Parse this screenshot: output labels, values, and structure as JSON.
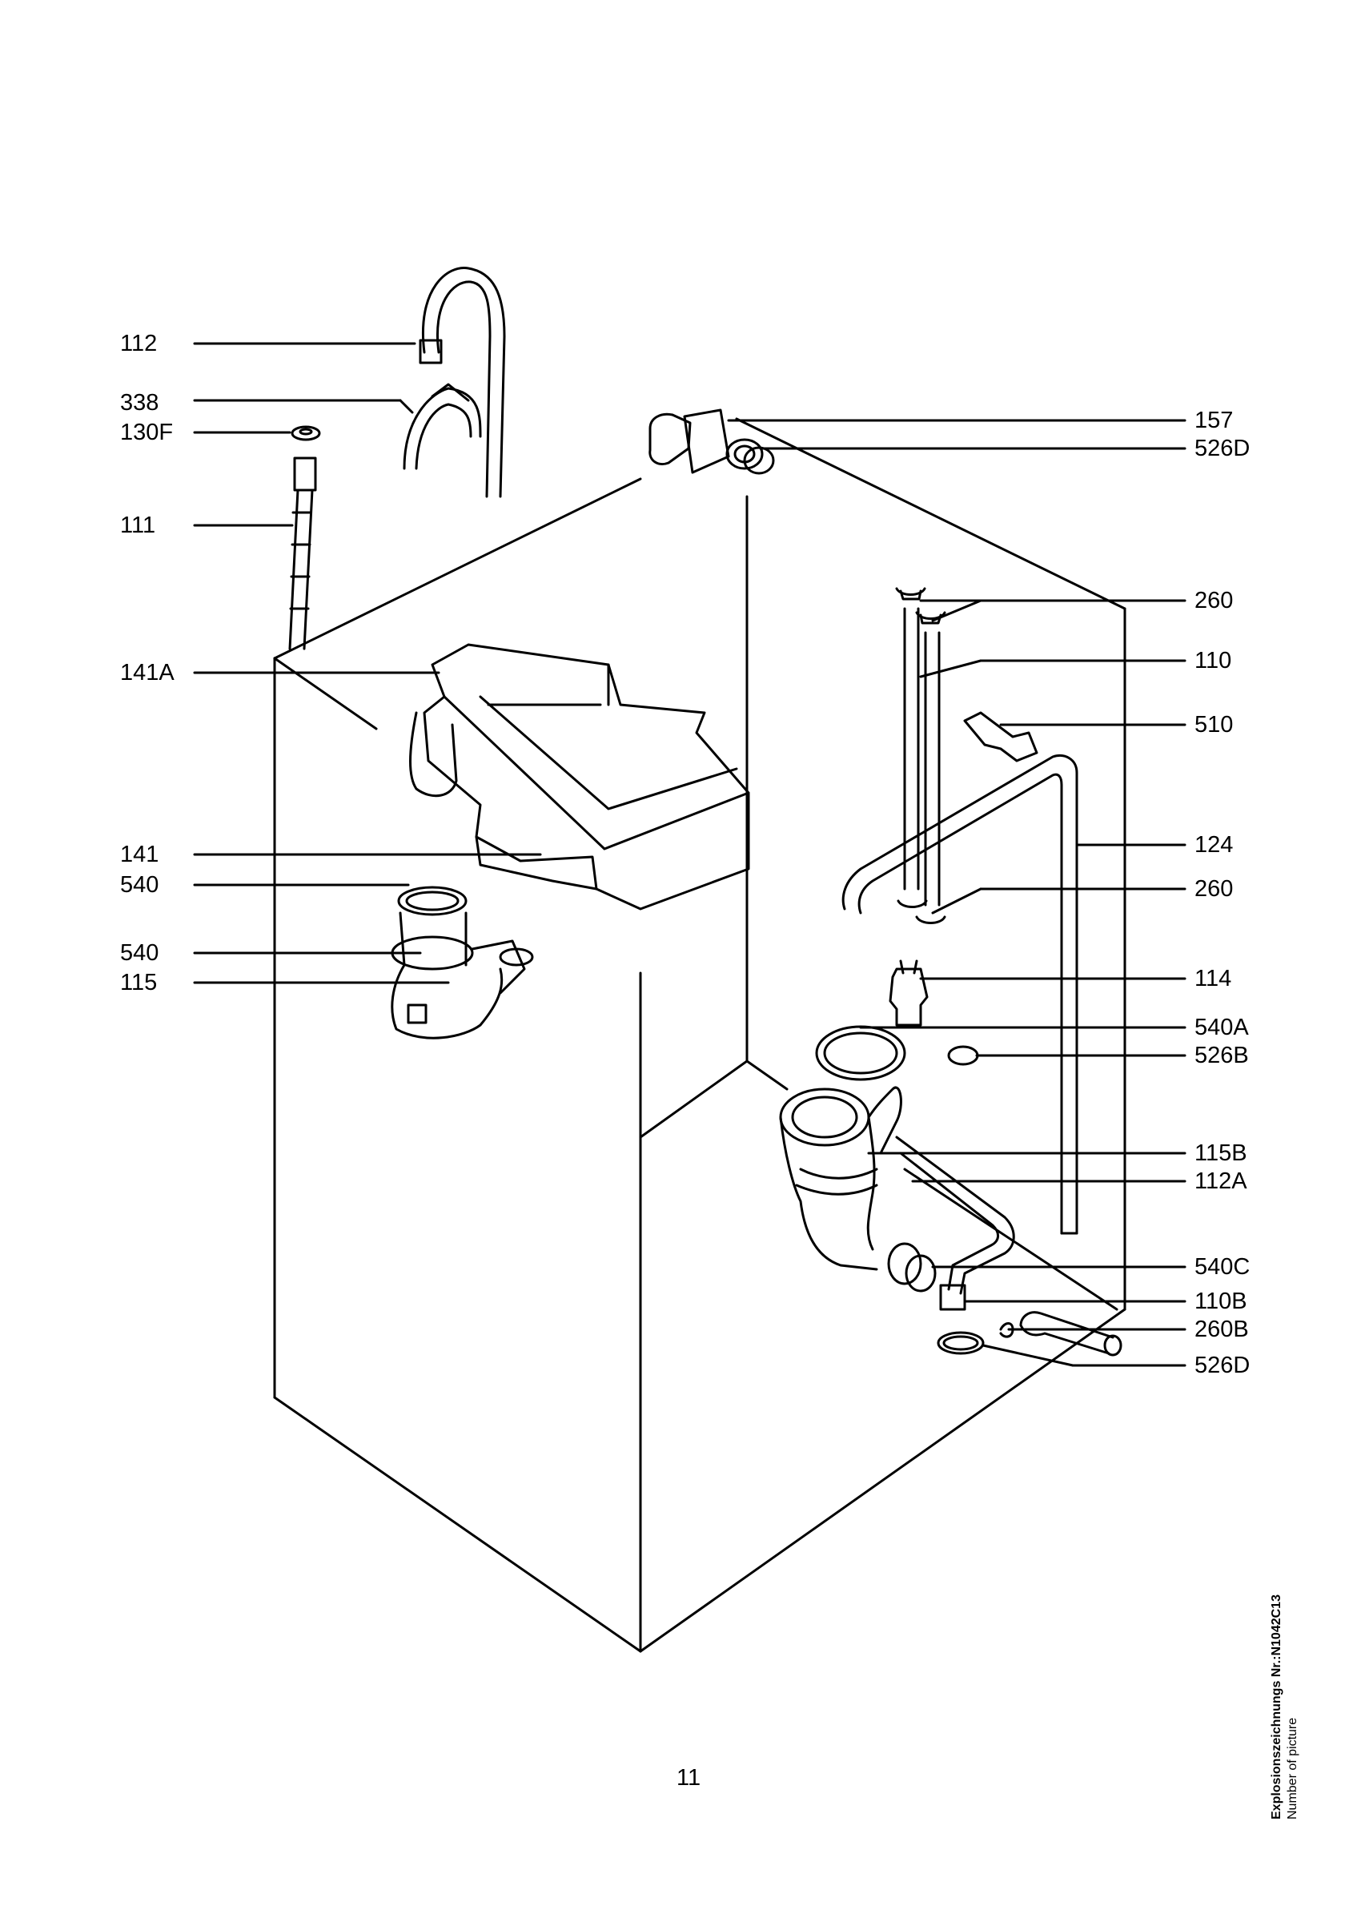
{
  "callouts_left": [
    {
      "id": "112"
    },
    {
      "id": "338"
    },
    {
      "id": "130F"
    },
    {
      "id": "111"
    },
    {
      "id": "141A"
    },
    {
      "id": "141"
    },
    {
      "id": "540"
    },
    {
      "id": "540"
    },
    {
      "id": "115"
    }
  ],
  "callouts_right": [
    {
      "id": "157"
    },
    {
      "id": "526D"
    },
    {
      "id": "260"
    },
    {
      "id": "110"
    },
    {
      "id": "510"
    },
    {
      "id": "124"
    },
    {
      "id": "260"
    },
    {
      "id": "114"
    },
    {
      "id": "540A"
    },
    {
      "id": "526B"
    },
    {
      "id": "115B"
    },
    {
      "id": "112A"
    },
    {
      "id": "540C"
    },
    {
      "id": "110B"
    },
    {
      "id": "260B"
    },
    {
      "id": "526D"
    }
  ],
  "page_number": "11",
  "drawing_reference": "Explosionszeichnungs Nr.:N1042C13",
  "drawing_reference_sub": "Number of picture"
}
